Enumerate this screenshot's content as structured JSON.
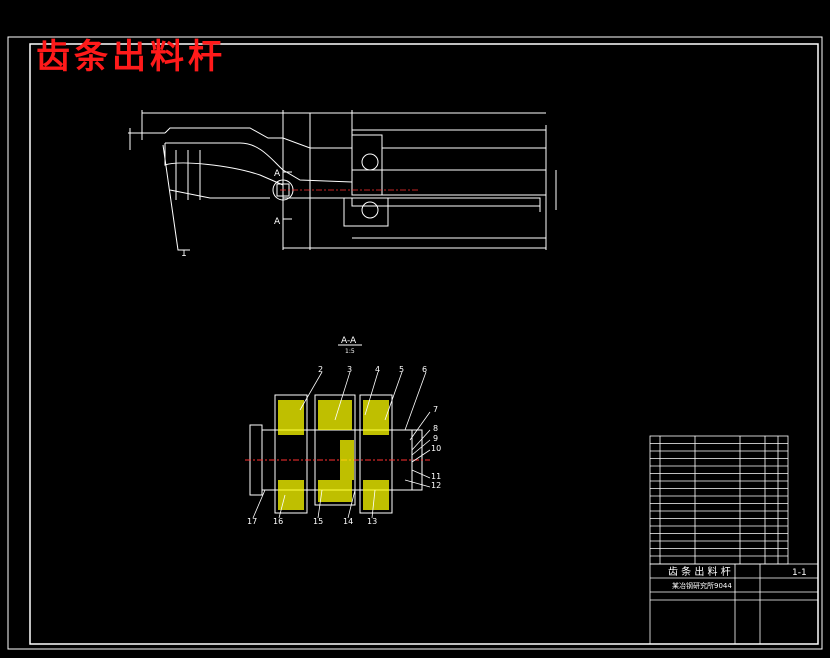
{
  "drawing": {
    "title_red": "齿条出料杆",
    "section_label": "A-A",
    "section_scale": "1:5",
    "view_mark_a": "A",
    "part_label_1": "1",
    "callouts": [
      "2",
      "3",
      "4",
      "5",
      "6",
      "7",
      "8",
      "9",
      "10",
      "11",
      "12",
      "13",
      "14",
      "15",
      "16",
      "17"
    ]
  },
  "title_block": {
    "drawing_name": "齿 条 出 料 杆",
    "sheet_number": "1-1",
    "drawing_code": "某冶钢研究所9044"
  },
  "colors": {
    "background": "#000000",
    "frame": "#ffffff",
    "title_text": "#ff1a1a",
    "hatch": "#ffff00",
    "centerline": "#ff3030"
  }
}
